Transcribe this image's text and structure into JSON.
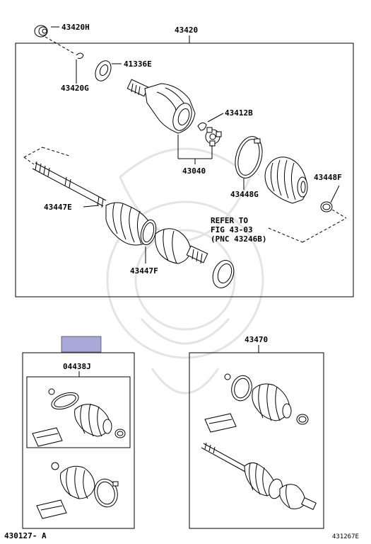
{
  "labels": {
    "p43420h": "43420H",
    "p43420": "43420",
    "p41336e": "41336E",
    "p43420g": "43420G",
    "p43412b": "43412B",
    "p43040": "43040",
    "p43448g": "43448G",
    "p43448f": "43448F",
    "p43447e": "43447E",
    "p43447f": "43447F",
    "refer1": "REFER TO",
    "refer2": "FIG 43-03",
    "refer3": "(PNC 43246B)",
    "p04438j": "04438J",
    "p43470": "43470",
    "footer_left": "430127- A",
    "footer_right": "431267E"
  },
  "colors": {
    "highlight": "#a9a9d9",
    "line": "#000000",
    "watermark": "#e4e4e4"
  }
}
